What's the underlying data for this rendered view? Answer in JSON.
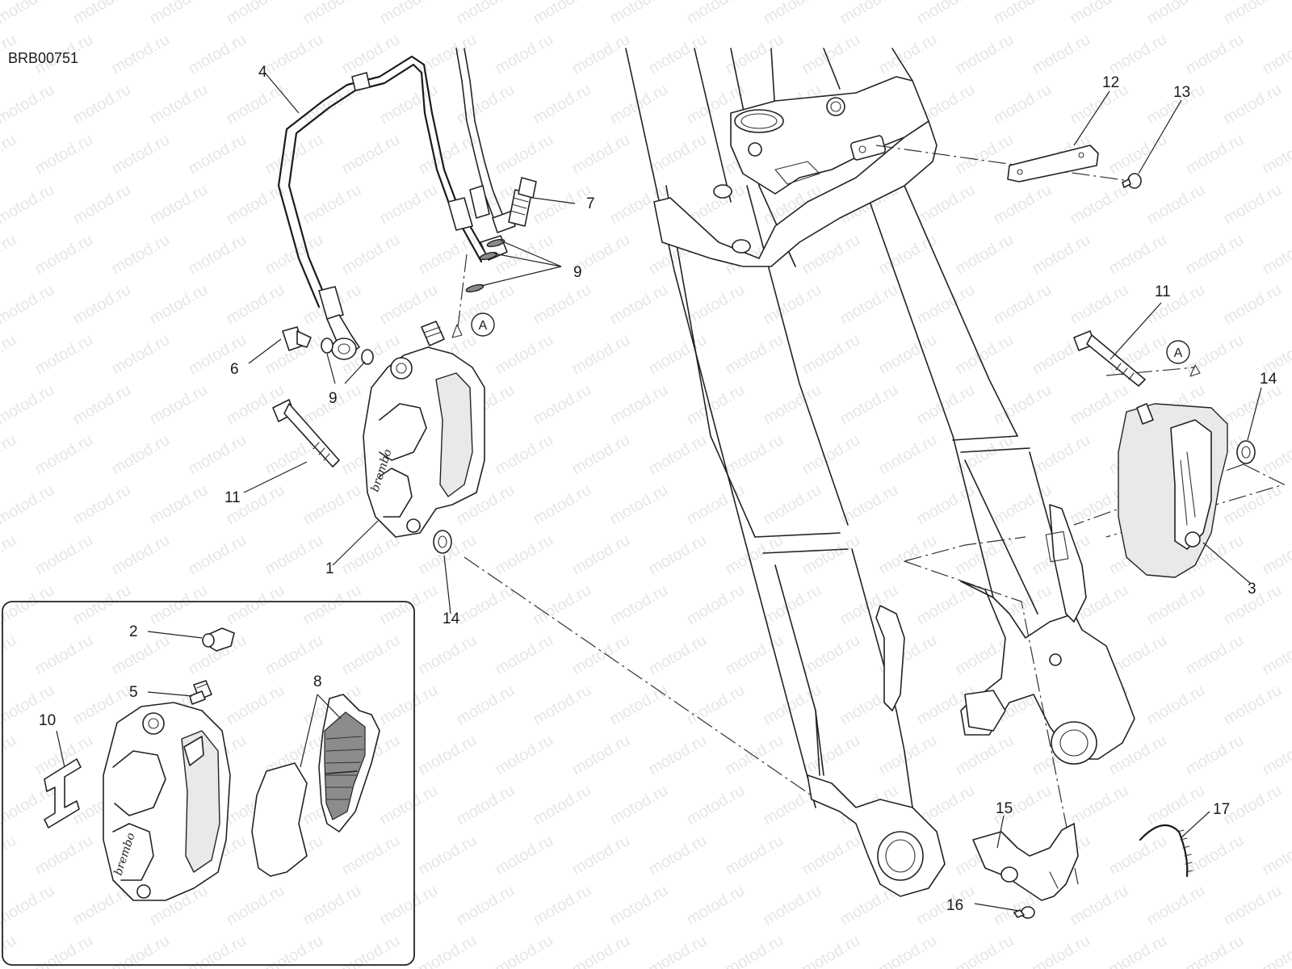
{
  "document": {
    "code": "BRB00751",
    "watermark_text": "motod.ru"
  },
  "reference_marks": {
    "left": "A",
    "right": "A"
  },
  "callouts": {
    "c1": "1",
    "c2": "2",
    "c3": "3",
    "c4": "4",
    "c5": "5",
    "c6": "6",
    "c7": "7",
    "c8": "8",
    "c9a": "9",
    "c9b": "9",
    "c10": "10",
    "c11a": "11",
    "c11b": "11",
    "c12": "12",
    "c13": "13",
    "c14a": "14",
    "c14b": "14",
    "c15": "15",
    "c16": "16",
    "c17": "17"
  },
  "brand_marks": {
    "caliper_main": "brembo",
    "caliper_inset": "brembo"
  }
}
